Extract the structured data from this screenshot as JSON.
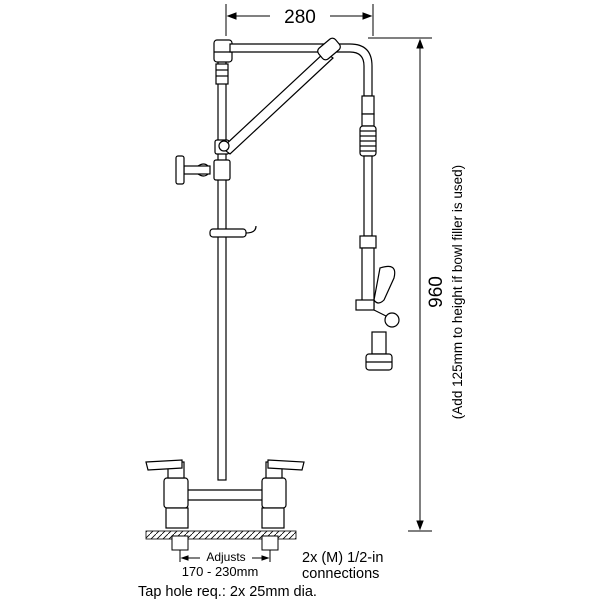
{
  "dimensions": {
    "width_value": "280",
    "height_value": "960",
    "height_note": "(Add 125mm to height if bowl filler is used)"
  },
  "notes": {
    "adjusts_label": "Adjusts",
    "adjusts_range": "170 - 230mm",
    "connections_line1": "2x (M) 1/2-in",
    "connections_line2": "connections",
    "tap_hole": "Tap hole req.: 2x 25mm dia."
  }
}
